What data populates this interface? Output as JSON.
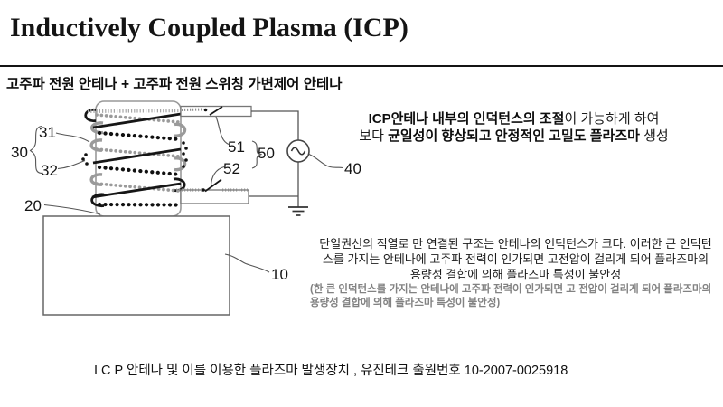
{
  "slide": {
    "title": "Inductively Coupled Plasma (ICP)",
    "subtitle": "고주파 전원 안테나 + 고주파 전원 스위칭 가변제어 안테나",
    "highlight": {
      "l1_bold": "ICP안테나 내부의 인덕턴스의 조절",
      "l1_rest": "이 가능하게 하여",
      "l2_pre": "보다 ",
      "l2_bold": "균일성이 향상되고 안정적인 고밀도 플라즈마",
      "l2_rest": " 생성"
    },
    "body": {
      "line1": "단일권선의 직열로 만 연결된 구조는 안테나의 인덕턴스가 크다. 이러한 큰 인덕턴",
      "line2": "스를 가지는 안테나에 고주파 전력이 인가되면 고전압이 걸리게 되어 플라즈마의",
      "line3": "용량성 결합에 의해 플라즈마 특성이 불안정",
      "paren1": "(한 큰 인덕턴스를 가지는 안테나에 고주파 전력이 인가되면 고 전압이 걸리게 되어 플라즈마의",
      "paren2": "용량성 결합에 의해 플라즈마 특성이 불안정)"
    },
    "caption": "I C P 안테나 및 이를 이용한 플라즈마 발생장치 , 유진테크 출원번호 10-2007-0025918",
    "colors": {
      "text": "#111111",
      "muted": "#828282",
      "rule": "#141414"
    }
  },
  "diagram": {
    "labels": {
      "chamber": "10",
      "window": "20",
      "antenna_group": "30",
      "coil_a": "31",
      "coil_b": "32",
      "rf_source": "40",
      "switch_group": "50",
      "switch_a": "51",
      "switch_b": "52"
    }
  }
}
